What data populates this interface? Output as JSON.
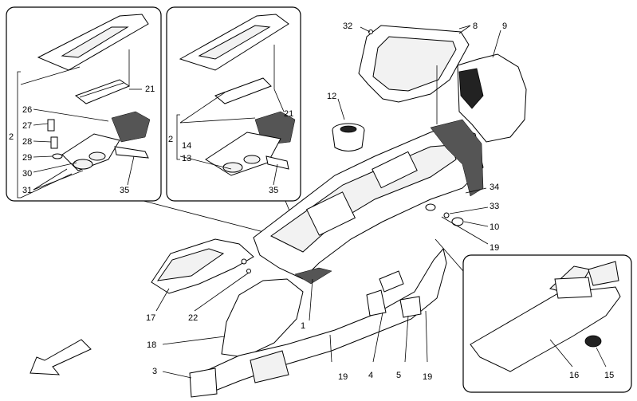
{
  "callouts": {
    "c1": "1",
    "c2a": "2",
    "c2b": "2",
    "c3": "3",
    "c4": "4",
    "c5": "5",
    "c8": "8",
    "c9": "9",
    "c10": "10",
    "c12": "12",
    "c13": "13",
    "c14": "14",
    "c15": "15",
    "c16": "16",
    "c17": "17",
    "c18": "18",
    "c19a": "19",
    "c19b": "19",
    "c19c": "19",
    "c21a": "21",
    "c21b": "21",
    "c22": "22",
    "c26": "26",
    "c27": "27",
    "c28": "28",
    "c29": "29",
    "c30": "30",
    "c31": "31",
    "c32": "32",
    "c33": "33",
    "c34": "34",
    "c35a": "35",
    "c35b": "35"
  },
  "icons": {
    "direction_arrow": "front-direction-arrow-icon"
  },
  "colors": {
    "ink": "#000000",
    "paper": "#ffffff",
    "shade": "#555555"
  }
}
